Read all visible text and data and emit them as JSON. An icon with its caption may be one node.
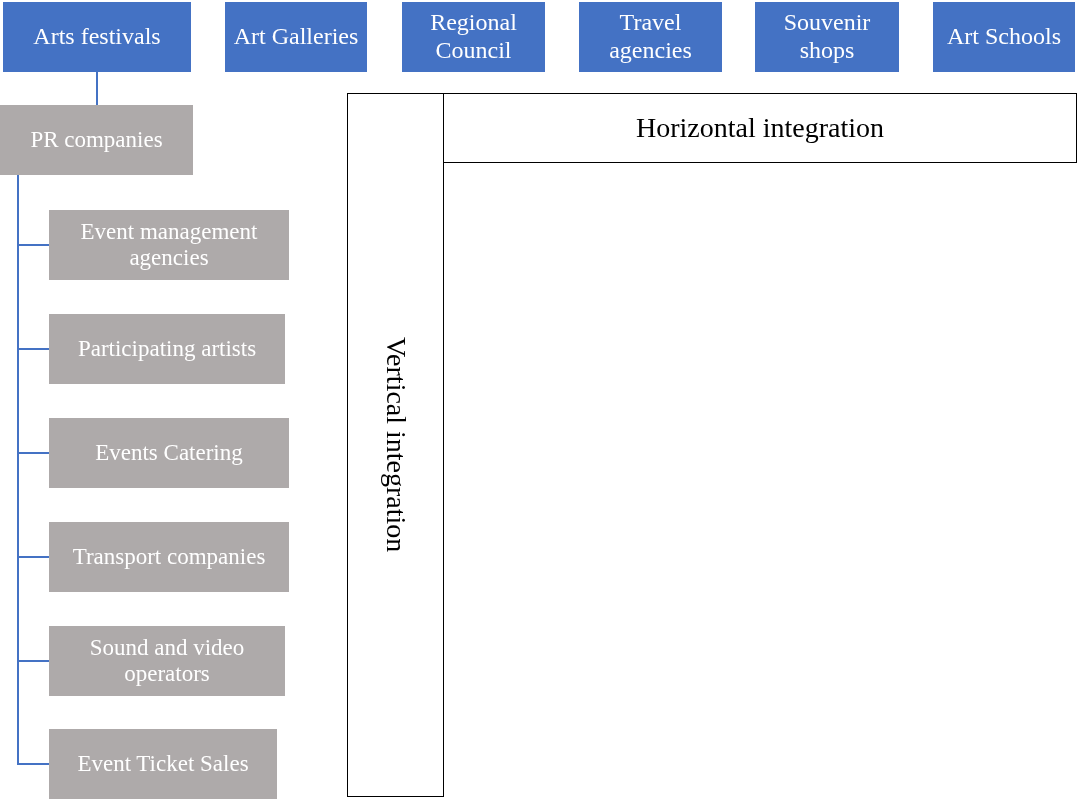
{
  "diagram": {
    "nodes": [
      {
        "text": [
          "Arts festivals"
        ]
      },
      {
        "text": [
          "Art Galleries"
        ]
      },
      {
        "text": [
          "Regional Council"
        ]
      },
      {
        "text": [
          "Travel agencies"
        ]
      },
      {
        "text": [
          "Souvenir shops"
        ]
      },
      {
        "text": [
          "Art Schools"
        ]
      },
      {
        "text": [
          "PR companies"
        ]
      },
      {
        "text": [
          "Event management agencies"
        ]
      },
      {
        "text": [
          "Participating artists"
        ]
      },
      {
        "text": [
          "Events Catering"
        ]
      },
      {
        "text": [
          "Transport companies"
        ]
      },
      {
        "text": [
          "Sound and video operators"
        ]
      },
      {
        "text": [
          "Event Ticket Sales"
        ]
      },
      {
        "text": [
          "Vertical integration"
        ]
      },
      {
        "text": [
          "Horizontal integration"
        ]
      }
    ],
    "edges": [
      {
        "from": 0,
        "to": 6,
        "arrow": "none"
      },
      {
        "from": 6,
        "to": 7,
        "arrow": "none"
      },
      {
        "from": 6,
        "to": 8,
        "arrow": "none"
      },
      {
        "from": 6,
        "to": 9,
        "arrow": "none"
      },
      {
        "from": 6,
        "to": 10,
        "arrow": "none"
      },
      {
        "from": 6,
        "to": 11,
        "arrow": "none"
      },
      {
        "from": 6,
        "to": 12,
        "arrow": "none"
      }
    ]
  }
}
